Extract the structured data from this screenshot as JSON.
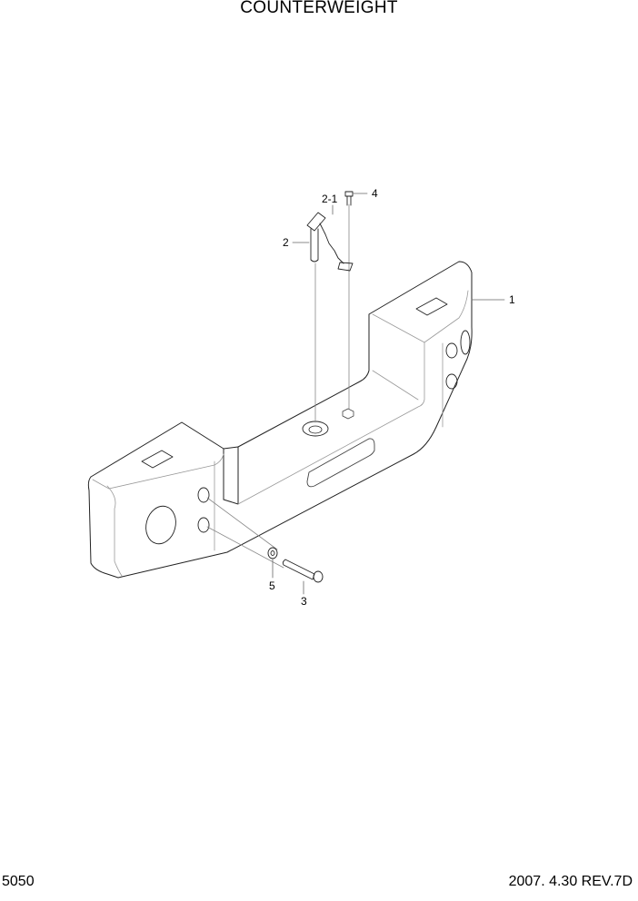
{
  "header": {
    "title": "COUNTERWEIGHT"
  },
  "footer": {
    "page_number": "5050",
    "date_revision": "2007. 4.30  REV.7D"
  },
  "diagram": {
    "type": "exploded-parts-view",
    "callouts": [
      {
        "label": "1",
        "part": "counterweight"
      },
      {
        "label": "2",
        "part": "pin"
      },
      {
        "label": "2-1",
        "part": "chain"
      },
      {
        "label": "3",
        "part": "bolt"
      },
      {
        "label": "4",
        "part": "screw"
      },
      {
        "label": "5",
        "part": "washer"
      }
    ]
  }
}
